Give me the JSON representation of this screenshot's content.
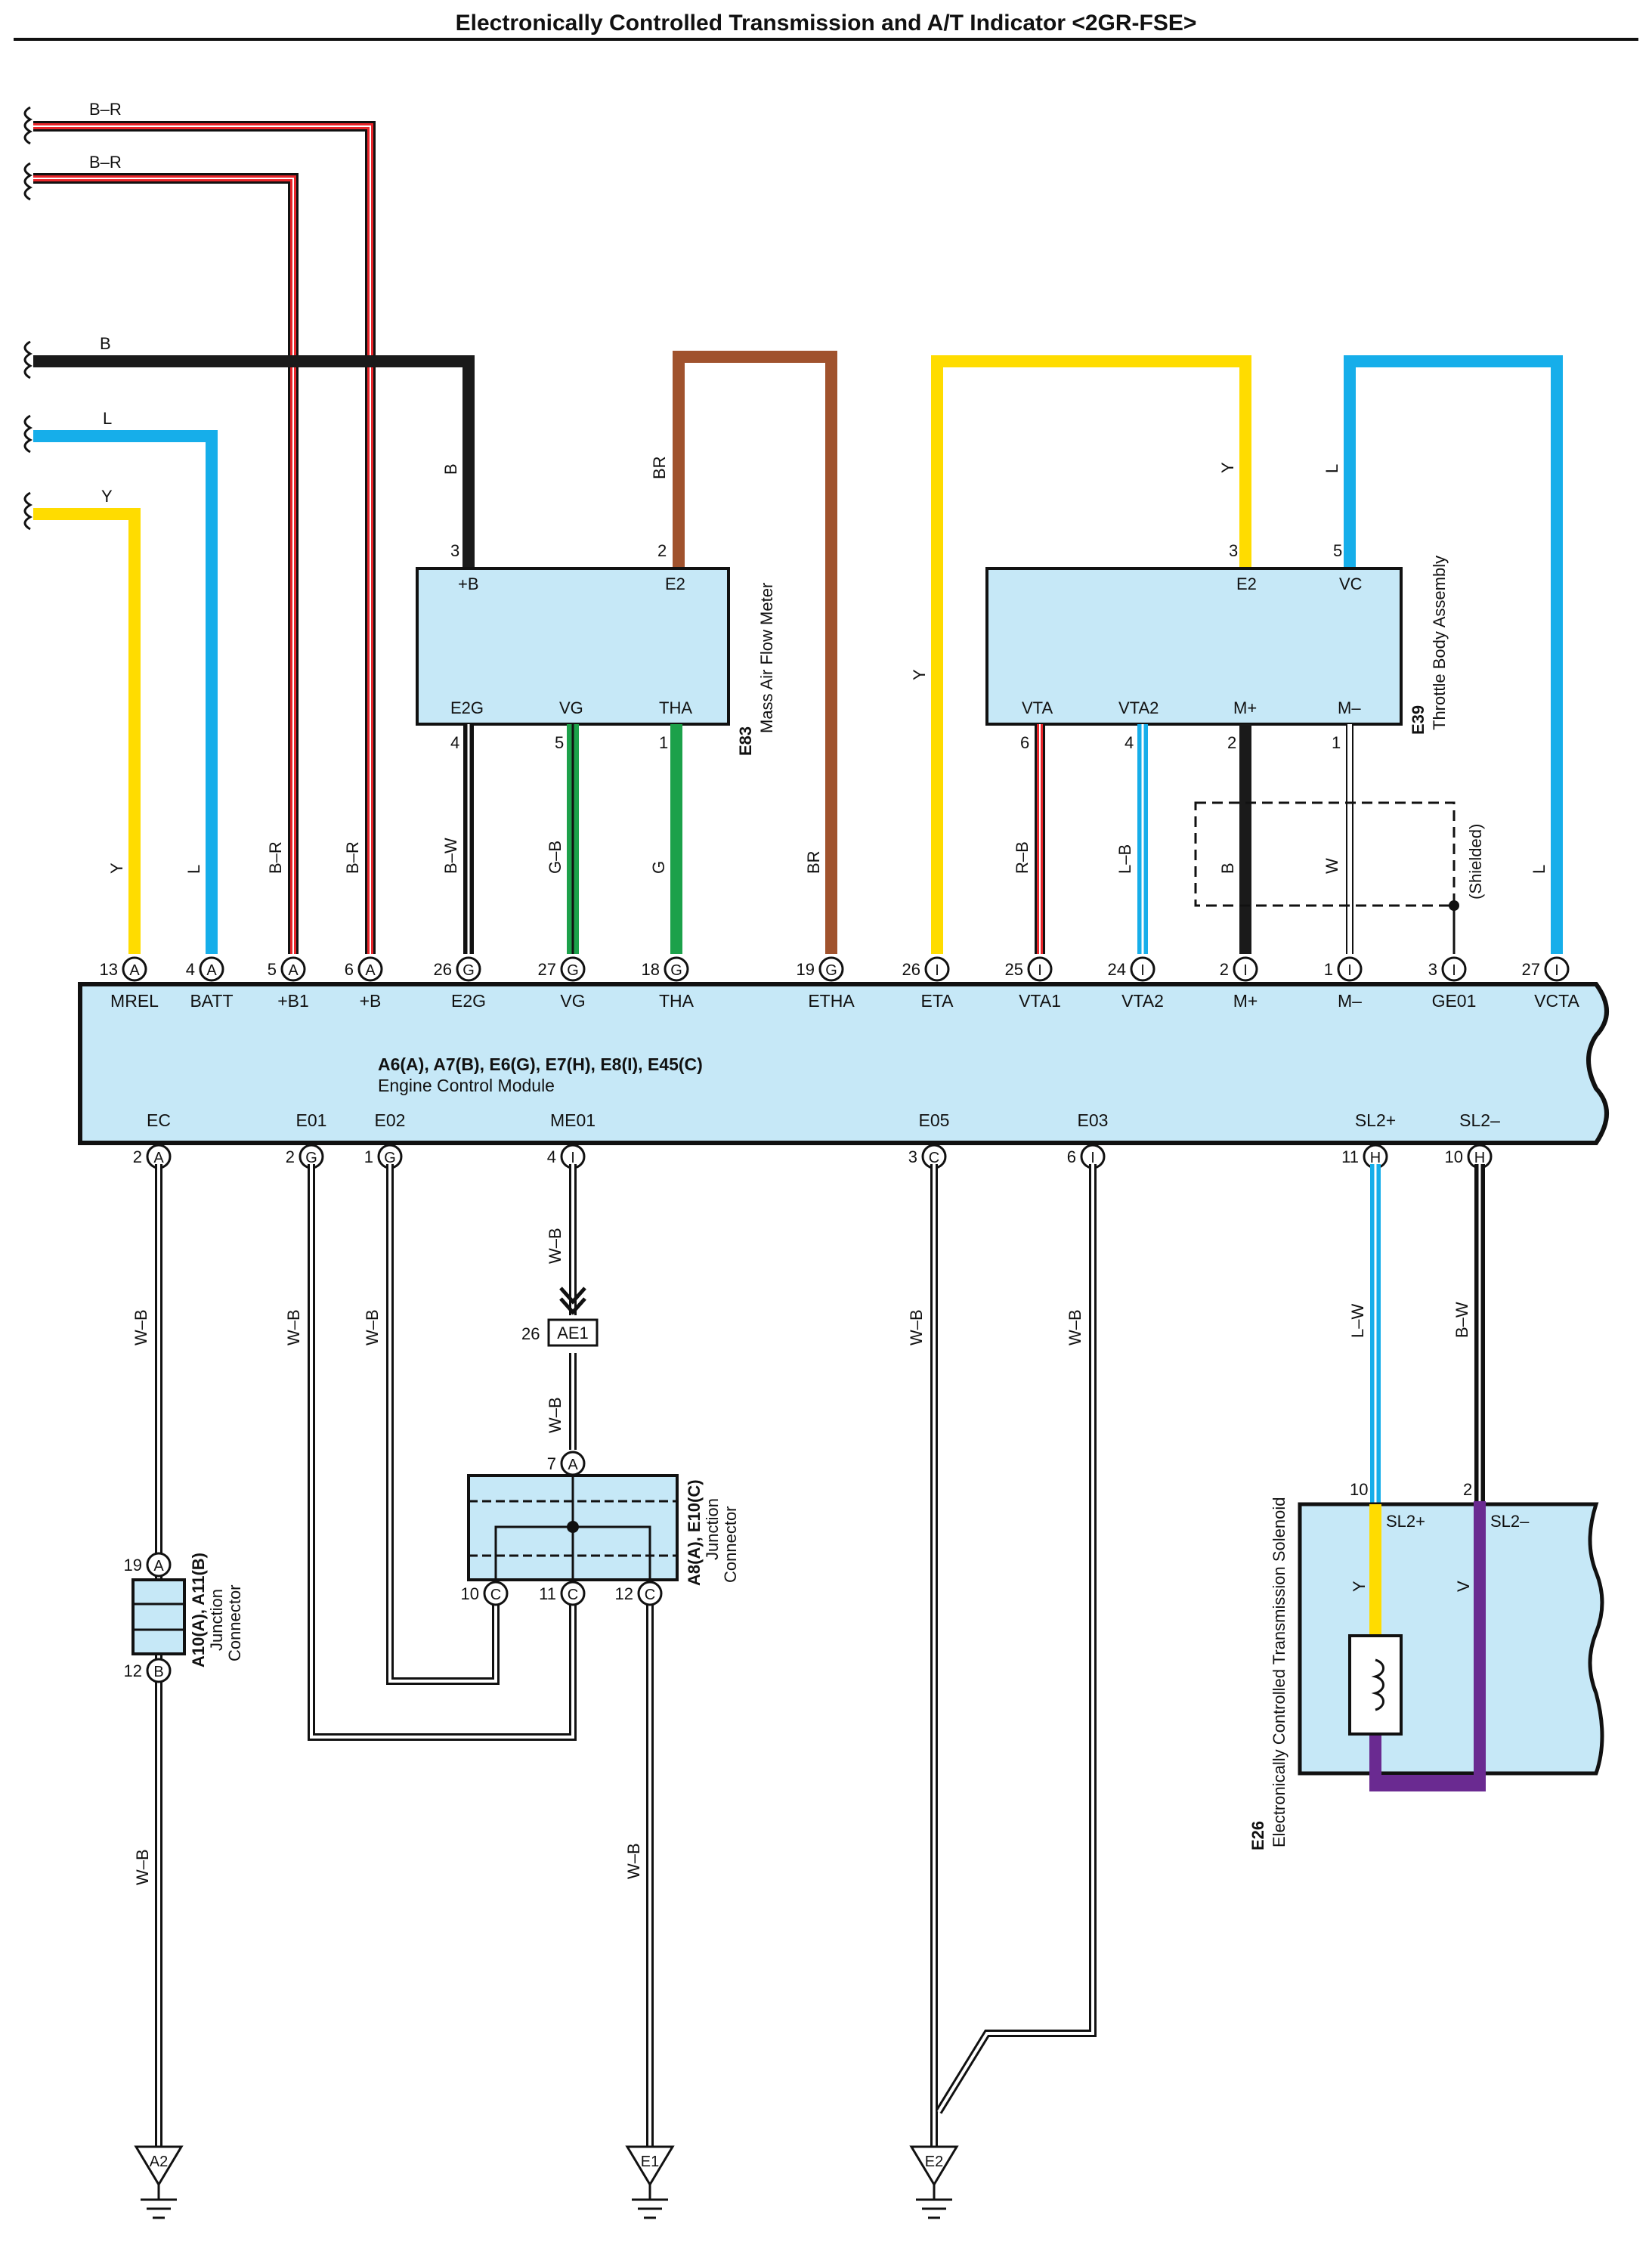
{
  "title": "Electronically Controlled Transmission and A/T Indicator <2GR-FSE>",
  "colors": {
    "black": "#1a1a1a",
    "red": "#e8252a",
    "yellow": "#ffdc00",
    "blue": "#16aeea",
    "brown": "#a0522d",
    "green": "#1ca14a",
    "purple": "#6a2a91",
    "box": "#c6e8f7"
  },
  "left_wires": [
    {
      "label": "B–R"
    },
    {
      "label": "B–R"
    },
    {
      "label": "B"
    },
    {
      "label": "L"
    },
    {
      "label": "Y"
    }
  ],
  "maf": {
    "id": "E83",
    "name": "Mass Air Flow Meter",
    "top_pins": [
      {
        "num": "3",
        "name": "+B",
        "wire": "B"
      },
      {
        "num": "2",
        "name": "E2",
        "wire": "BR"
      }
    ],
    "bottom_pins": [
      {
        "num": "4",
        "name": "E2G"
      },
      {
        "num": "5",
        "name": "VG"
      },
      {
        "num": "1",
        "name": "THA"
      }
    ]
  },
  "throttle": {
    "id": "E39",
    "name": "Throttle Body Assembly",
    "top_pins": [
      {
        "num": "3",
        "name": "E2",
        "wire": "Y"
      },
      {
        "num": "5",
        "name": "VC",
        "wire": "L"
      }
    ],
    "bottom_pins": [
      {
        "num": "6",
        "name": "VTA"
      },
      {
        "num": "4",
        "name": "VTA2"
      },
      {
        "num": "2",
        "name": "M+"
      },
      {
        "num": "1",
        "name": "M–"
      }
    ],
    "left_wire": "Y",
    "shielded": "(Shielded)"
  },
  "ecm": {
    "connectors": "A6(A), A7(B), E6(G), E7(H), E8(I), E45(C)",
    "name": "Engine Control Module",
    "top_pins": [
      {
        "num": "13",
        "conn": "A",
        "name": "MREL",
        "wire": "Y"
      },
      {
        "num": "4",
        "conn": "A",
        "name": "BATT",
        "wire": "L"
      },
      {
        "num": "5",
        "conn": "A",
        "name": "+B1",
        "wire": "B–R"
      },
      {
        "num": "6",
        "conn": "A",
        "name": "+B",
        "wire": "B–R"
      },
      {
        "num": "26",
        "conn": "G",
        "name": "E2G",
        "wire": "B–W"
      },
      {
        "num": "27",
        "conn": "G",
        "name": "VG",
        "wire": "G–B"
      },
      {
        "num": "18",
        "conn": "G",
        "name": "THA",
        "wire": "G"
      },
      {
        "num": "19",
        "conn": "G",
        "name": "ETHA",
        "wire": "BR"
      },
      {
        "num": "26",
        "conn": "I",
        "name": "ETA",
        "wire": ""
      },
      {
        "num": "25",
        "conn": "I",
        "name": "VTA1",
        "wire": "R–B"
      },
      {
        "num": "24",
        "conn": "I",
        "name": "VTA2",
        "wire": "L–B"
      },
      {
        "num": "2",
        "conn": "I",
        "name": "M+",
        "wire": "B"
      },
      {
        "num": "1",
        "conn": "I",
        "name": "M–",
        "wire": "W"
      },
      {
        "num": "3",
        "conn": "I",
        "name": "GE01",
        "wire": ""
      },
      {
        "num": "27",
        "conn": "I",
        "name": "VCTA",
        "wire": "L"
      }
    ],
    "bottom_pins": [
      {
        "num": "2",
        "conn": "A",
        "name": "EC",
        "wire": "W–B"
      },
      {
        "num": "2",
        "conn": "G",
        "name": "E01",
        "wire": "W–B"
      },
      {
        "num": "1",
        "conn": "G",
        "name": "E02",
        "wire": "W–B"
      },
      {
        "num": "4",
        "conn": "I",
        "name": "ME01",
        "wire": "W–B"
      },
      {
        "num": "3",
        "conn": "C",
        "name": "E05",
        "wire": "W–B"
      },
      {
        "num": "6",
        "conn": "I",
        "name": "E03",
        "wire": "W–B"
      },
      {
        "num": "11",
        "conn": "H",
        "name": "SL2+",
        "wire": "L–W"
      },
      {
        "num": "10",
        "conn": "H",
        "name": "SL2–",
        "wire": "B–W"
      }
    ]
  },
  "ae1": {
    "num": "26",
    "name": "AE1",
    "wire_below": "W–B"
  },
  "jc_a8": {
    "ids": "A8(A), E10(C)",
    "type1": "Junction",
    "type2": "Connector",
    "in_pin": {
      "num": "7",
      "conn": "A"
    },
    "out_pins": [
      {
        "num": "10",
        "conn": "C"
      },
      {
        "num": "11",
        "conn": "C"
      },
      {
        "num": "12",
        "conn": "C"
      }
    ]
  },
  "jc_a10": {
    "ids": "A10(A), A11(B)",
    "type1": "Junction",
    "type2": "Connector",
    "in_pin": {
      "num": "19",
      "conn": "A"
    },
    "out_pin": {
      "num": "12",
      "conn": "B"
    },
    "wire_below": "W–B"
  },
  "e1_wire": "W–B",
  "solenoid": {
    "id": "E26",
    "name": "Electronically Controlled Transmission Solenoid",
    "pins": [
      {
        "num": "10",
        "name": "SL2+",
        "wire": "Y"
      },
      {
        "num": "2",
        "name": "SL2–",
        "wire": "V"
      }
    ]
  },
  "grounds": [
    "A2",
    "E1",
    "E2"
  ]
}
